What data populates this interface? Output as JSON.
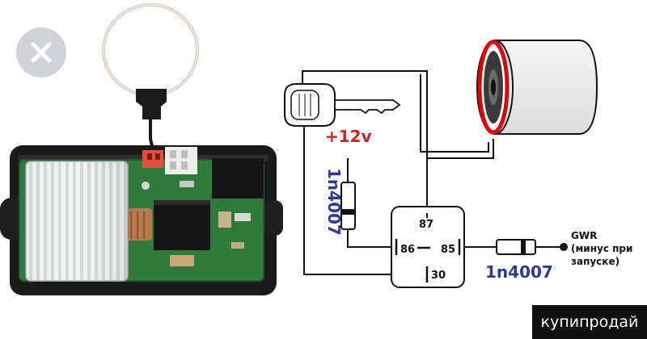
{
  "overlay": {
    "close_icon": "close-icon",
    "watermark_text": "купипродай"
  },
  "diagram": {
    "power_label": "+12v",
    "diode_coil_label": "1n4007",
    "diode_output_label": "1n4007",
    "relay_pin_87": "87",
    "relay_pin_86": "86",
    "relay_pin_85": "85",
    "relay_pin_30": "30",
    "output_label_line1": "GWR",
    "output_label_line2": "(минус при",
    "output_label_line3": "запуске)",
    "colors": {
      "power": "#d22222",
      "diode_label": "#2d3b96",
      "wire": "#111111",
      "highlight_ring": "#e00000"
    }
  }
}
